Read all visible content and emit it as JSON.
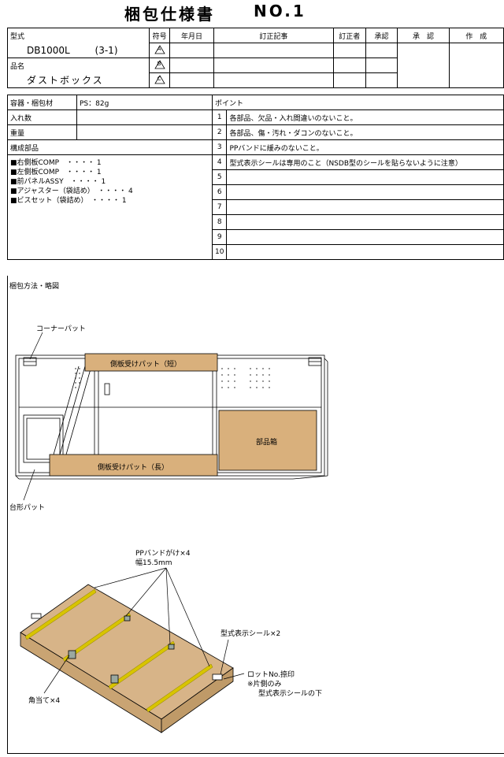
{
  "title": {
    "main": "梱包仕様書",
    "no": "NO.1"
  },
  "header": {
    "type_label": "型式",
    "type_value": "DB1000L",
    "type_sub": "(3-1)",
    "name_label": "品名",
    "name_value": "ダストボックス",
    "col_mark": "符号",
    "col_date": "年月日",
    "col_revision": "訂正記事",
    "col_reviser": "訂正者",
    "col_approve1": "承認",
    "col_approve2": "承　認",
    "col_author": "作　成",
    "marks": [
      "A",
      "B",
      "C"
    ]
  },
  "spec": {
    "container_label": "容器・梱包材",
    "container_value": "PS：82g",
    "qty_label": "入れ数",
    "weight_label": "重量",
    "parts_label": "構成部品",
    "parts": [
      "■右側板COMP　・・・・ 1",
      "■左側板COMP　・・・・ 1",
      "■前パネルASSY　・・・・ 1",
      "■アジャスター（袋詰め）　・・・・ 4",
      "■ビスセット（袋詰め）　・・・・ 1"
    ],
    "points_label": "ポイント",
    "points": [
      {
        "n": "1",
        "text": "各部品、欠品・入れ間違いのないこと。"
      },
      {
        "n": "2",
        "text": "各部品、傷・汚れ・ダコンのないこと。"
      },
      {
        "n": "3",
        "text": "PPバンドに緩みのないこと。"
      },
      {
        "n": "4",
        "text": "型式表示シールは専用のこと（NSDB型のシールを貼らないように注意）"
      },
      {
        "n": "5",
        "text": ""
      },
      {
        "n": "6",
        "text": ""
      },
      {
        "n": "7",
        "text": ""
      },
      {
        "n": "8",
        "text": ""
      },
      {
        "n": "9",
        "text": ""
      },
      {
        "n": "10",
        "text": ""
      }
    ]
  },
  "drawing": {
    "section_label": "梱包方法・略図",
    "corner_pad": "コーナーパット",
    "side_pad_short": "側板受けパット（短）",
    "side_pad_long": "側板受けパット（長）",
    "parts_box": "部品箱",
    "trapezoid_pad": "台形パット",
    "pp_band": "PPバンドがけ×4",
    "band_width": "幅15.5mm",
    "model_seal": "型式表示シール×2",
    "lot_no": "ロットNo.捺印",
    "one_side": "※片側のみ",
    "under_seal": "型式表示シールの下",
    "corner_guard": "角当て×4"
  },
  "colors": {
    "cardboard": "#d7b488",
    "band": "#d8c400",
    "pad": "#d9b07c"
  }
}
